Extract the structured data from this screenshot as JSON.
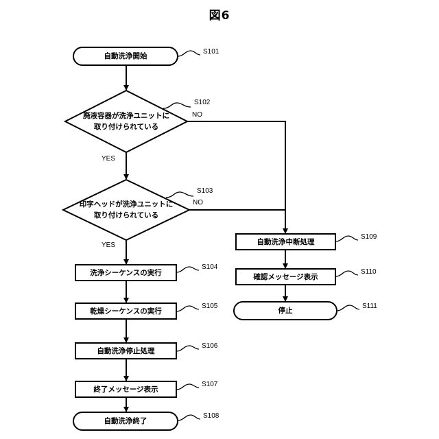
{
  "figure": {
    "title": "図6"
  },
  "nodes": {
    "s101": {
      "text": "自動洗浄開始",
      "step": "S101"
    },
    "s102": {
      "line1": "廃液容器が洗浄ユニットに",
      "line2": "取り付けられている",
      "step": "S102"
    },
    "s103": {
      "line1": "印字ヘッドが洗浄ユニットに",
      "line2": "取り付けられている",
      "step": "S103"
    },
    "s104": {
      "text": "洗浄シーケンスの実行",
      "step": "S104"
    },
    "s105": {
      "text": "乾燥シーケンスの実行",
      "step": "S105"
    },
    "s106": {
      "text": "自動洗浄停止処理",
      "step": "S106"
    },
    "s107": {
      "text": "終了メッセージ表示",
      "step": "S107"
    },
    "s108": {
      "text": "自動洗浄終了",
      "step": "S108"
    },
    "s109": {
      "text": "自動洗浄中断処理",
      "step": "S109"
    },
    "s110": {
      "text": "確認メッセージ表示",
      "step": "S110"
    },
    "s111": {
      "text": "停止",
      "step": "S111"
    }
  },
  "edge_labels": {
    "yes": "YES",
    "no": "NO"
  }
}
